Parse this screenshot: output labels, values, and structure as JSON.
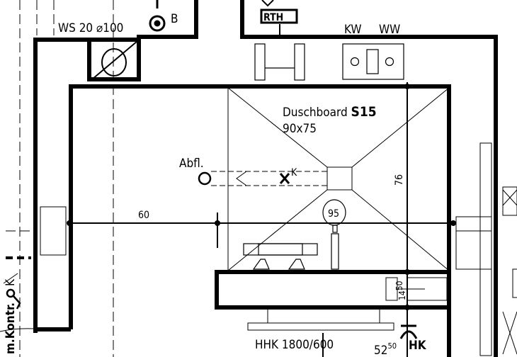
{
  "labels": {
    "ws": "WS 20 ⌀100",
    "b": "B",
    "rth": "RTH",
    "kw": "KW",
    "ww": "WW",
    "duschboard": "Duschboard",
    "s15": "S15",
    "size": "90x75",
    "abfl": "Abfl.",
    "k_drain": "K",
    "dim_76": "76",
    "dim_60": "60",
    "dim_95": "95",
    "dim_14": "14",
    "dim_14_sup": "50",
    "hhk": "HHK 1800/600",
    "dim_52": "52",
    "dim_52_sup": "50",
    "hk": "HK",
    "kontr": "m.Kontr.",
    "k_left": "K"
  },
  "colors": {
    "line": "#000000",
    "background": "#ffffff"
  }
}
